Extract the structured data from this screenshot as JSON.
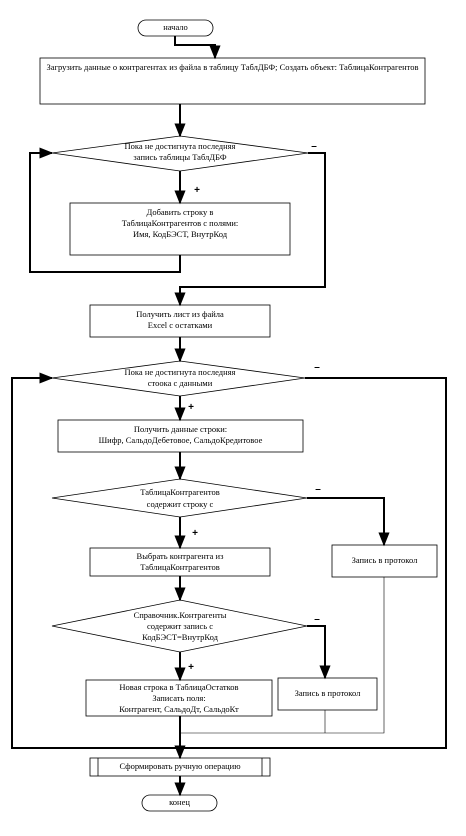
{
  "flowchart": {
    "start": "начало",
    "step_load": "Загрузить данные о контрагентах из файла в таблицу ТаблДБФ; Создать объект: ТаблицаКонтрагентов",
    "loop1_cond_l1": "Пока не достигнута последняя",
    "loop1_cond_l2": "запись таблицы ТаблДБФ",
    "step_add_l1": "Добавить строку в",
    "step_add_l2": "ТаблицаКонтрагентов с полями:",
    "step_add_l3": "Имя, КодБЭСТ, ВнутрКод",
    "step_getsheet_l1": "Получить лист из файла",
    "step_getsheet_l2": "Excel с остатками",
    "loop2_cond_l1": "Пока не достигнута последняя",
    "loop2_cond_l2": "стоока с данными",
    "step_rowdata_l1": "Получить данные строки:",
    "step_rowdata_l2": "Шифр, СальдоДебетовое, СальдоКредитовое",
    "cond_contains_l1": "ТаблицаКонтрагентов",
    "cond_contains_l2": "содержит строку с",
    "step_select_l1": "Выбрать контрагента из",
    "step_select_l2": "ТаблицаКонтрагентов",
    "log1": "Запись в протокол",
    "cond_ref_l1": "Справочник.Контрагенты",
    "cond_ref_l2": "содержит запись с",
    "cond_ref_l3": "КодБЭСТ=ВнутрКод",
    "log2": "Запись в протокол",
    "step_newrow_l1": "Новая строка в ТаблицаОстатков",
    "step_newrow_l2": "Записать поля:",
    "step_newrow_l3": "Контрагент, СальдоДт, СальдоКт",
    "step_form": "Сформировать ручную операцию",
    "end": "конец",
    "yes": "+",
    "no": "–"
  }
}
